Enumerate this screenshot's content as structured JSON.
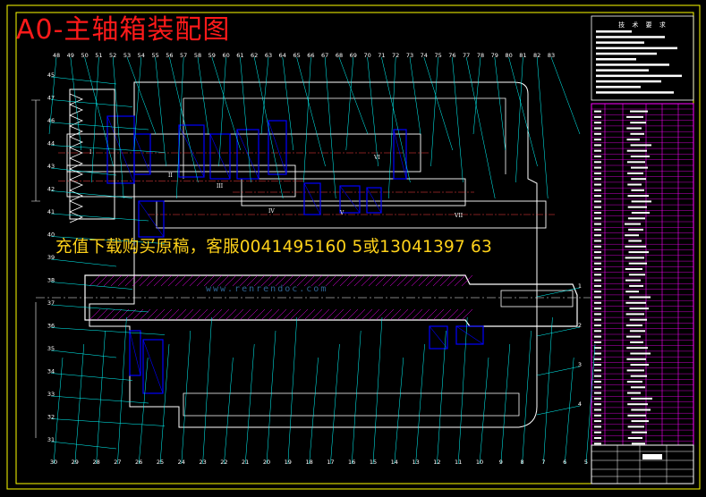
{
  "drawing": {
    "title": "A0-主轴箱装配图",
    "watermark_text": "充值下载购买原稿，客服0041495160 5或13041397 63",
    "site_mark": "www.renrendoc.com",
    "notes_heading": "技 术 要 求",
    "colors": {
      "background": "#000000",
      "frame": "#ffff00",
      "title": "#ff1a1a",
      "leader": "#00ffff",
      "outline": "#ffffff",
      "part": "#0000ff",
      "hatch": "#ff00ff",
      "watermark": "#ffd21a",
      "bom": "#ff00ff"
    }
  },
  "callouts_left": [
    "45",
    "47",
    "46",
    "44",
    "43",
    "42",
    "41",
    "40",
    "39",
    "38",
    "37",
    "36",
    "35",
    "34",
    "33",
    "32",
    "31"
  ],
  "callouts_top": [
    "48",
    "49",
    "50",
    "51",
    "52",
    "53",
    "54",
    "55",
    "56",
    "57",
    "58",
    "59",
    "60",
    "61",
    "62",
    "63",
    "64",
    "65",
    "66",
    "67",
    "68",
    "69",
    "70",
    "71",
    "72",
    "73",
    "74",
    "75",
    "76",
    "77",
    "78",
    "79",
    "80",
    "81",
    "82",
    "83"
  ],
  "callouts_bottom": [
    "30",
    "29",
    "28",
    "27",
    "26",
    "25",
    "24",
    "23",
    "22",
    "21",
    "20",
    "19",
    "18",
    "17",
    "16",
    "15",
    "14",
    "13",
    "12",
    "11",
    "10",
    "9",
    "8",
    "7",
    "6",
    "5"
  ],
  "callouts_right": [
    "1",
    "2",
    "3",
    "4"
  ],
  "shaft_labels": [
    "I",
    "II",
    "III",
    "IV",
    "V",
    "VI",
    "VII"
  ]
}
